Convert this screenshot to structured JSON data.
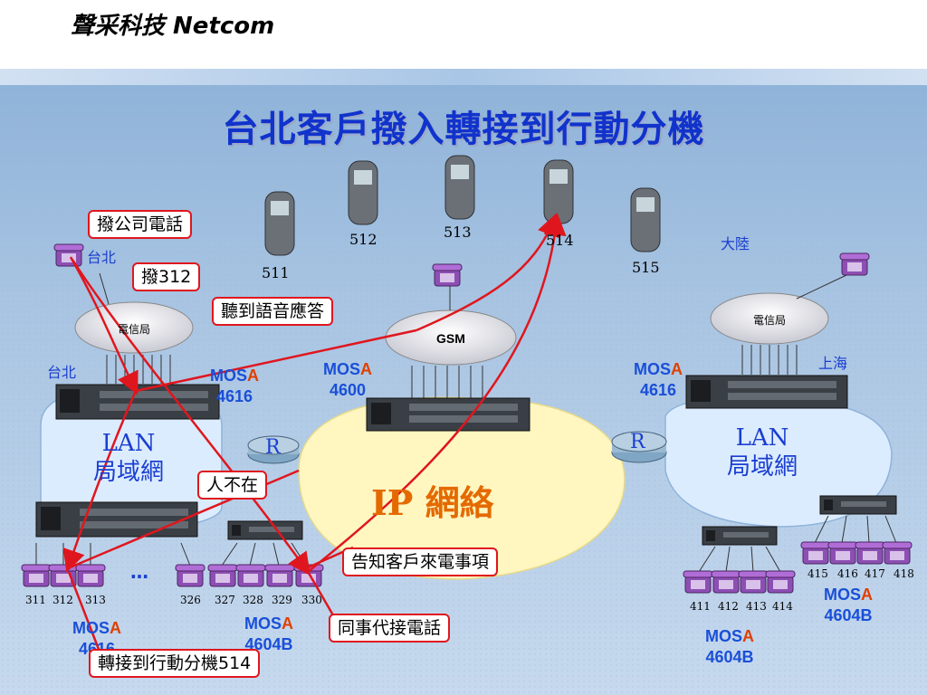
{
  "header": {
    "company": "聲采科技 Netcom"
  },
  "slide": {
    "title": "台北客戶撥入轉接到行動分機"
  },
  "callouts": {
    "dial_company": "撥公司電話",
    "dial_312": "撥312",
    "hear_voice": "聽到語音應答",
    "person_absent": "人不在",
    "inform_customer": "告知客戶來電事項",
    "colleague_answers": "同事代接電話",
    "transfer_mobile": "轉接到行動分機514"
  },
  "locations": {
    "taipei_top": "台北",
    "taipei": "台北",
    "mainland": "大陸",
    "shanghai": "上海"
  },
  "clouds": {
    "telecom_left": "電信局",
    "telecom_right": "電信局",
    "gsm": "GSM"
  },
  "network": {
    "ip_label": "IP 網絡",
    "lan_left": [
      "LAN",
      "局域網"
    ],
    "lan_right": [
      "LAN",
      "局域網"
    ],
    "router_left": "R",
    "router_right": "R"
  },
  "mos_units": {
    "left_mid": {
      "prefix": "MOS",
      "accent": "A",
      "model": "4616"
    },
    "gsm_unit": {
      "prefix": "MOS",
      "accent": "A",
      "model": "4600"
    },
    "right_mid": {
      "prefix": "MOS",
      "accent": "A",
      "model": "4616"
    },
    "left_bottom": {
      "prefix": "MOS",
      "accent": "A",
      "model": "4616"
    },
    "mid_bottom": {
      "prefix": "MOS",
      "accent": "A",
      "model": "4604B"
    },
    "right_bottom": {
      "prefix": "MOS",
      "accent": "A",
      "model": "4604B"
    },
    "far_right": {
      "prefix": "MOS",
      "accent": "A",
      "model": "4604B"
    }
  },
  "mobiles": [
    "511",
    "512",
    "513",
    "514",
    "515"
  ],
  "extensions": {
    "left": [
      "311",
      "312",
      "313"
    ],
    "ellipsis": "…",
    "mid": [
      "326",
      "327",
      "328",
      "329",
      "330"
    ],
    "right_low": [
      "411",
      "412",
      "413",
      "414"
    ],
    "right_high": [
      "415",
      "416",
      "417",
      "418"
    ]
  },
  "colors": {
    "title": "#1133cc",
    "accent_red": "#e0161e",
    "ip_yellow": "#fff6c0",
    "lan_blue": "#dcecff",
    "band_blue": "#a9c6e6"
  },
  "icons": [
    "phone-icon",
    "mobile-phone-icon",
    "router-icon",
    "mos-device-icon",
    "cloud-icon"
  ]
}
